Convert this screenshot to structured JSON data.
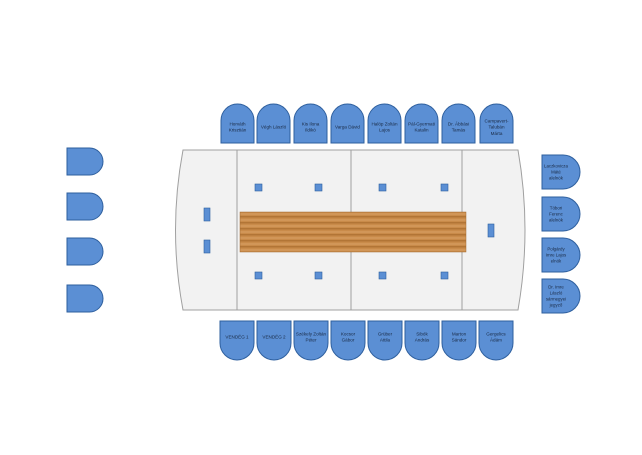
{
  "colors": {
    "seat_fill": "#5b8fd4",
    "seat_stroke": "#2e5f9e",
    "room_fill": "#f2f2f2",
    "room_stroke": "#a0a0a0",
    "table_wood": "#c98b4a"
  },
  "top_seats": [
    {
      "lines": [
        "Horváth",
        "Krisztián"
      ]
    },
    {
      "lines": [
        "Végh László"
      ]
    },
    {
      "lines": [
        "Kis Ilona",
        "Ildikó"
      ]
    },
    {
      "lines": [
        "Varga Dávid"
      ]
    },
    {
      "lines": [
        "Halóp Zoltán",
        "Lajos"
      ]
    },
    {
      "lines": [
        "Pál-Gyermati",
        "Katalin"
      ]
    },
    {
      "lines": [
        "Dr. Ábbási",
        "Tamás"
      ]
    },
    {
      "lines": [
        "Campavert-",
        "Talubán",
        "Márta"
      ]
    }
  ],
  "bottom_seats": [
    {
      "lines": [
        "VENDÉG 1"
      ]
    },
    {
      "lines": [
        "VENDÉG 2"
      ]
    },
    {
      "lines": [
        "Székely Zoltán",
        "Péter"
      ]
    },
    {
      "lines": [
        "Kocsor",
        "Gábor"
      ]
    },
    {
      "lines": [
        "Grüber",
        "Attila"
      ]
    },
    {
      "lines": [
        "Sibók",
        "András"
      ]
    },
    {
      "lines": [
        "Marton",
        "Sándor"
      ]
    },
    {
      "lines": [
        "Gergelics",
        "Ádám"
      ]
    }
  ],
  "right_seats": [
    {
      "lines": [
        "Laczkovicza",
        "Máté",
        "alelnök"
      ]
    },
    {
      "lines": [
        "Tóbori",
        "Ferenc",
        "alelnök"
      ]
    },
    {
      "lines": [
        "Polgárdy",
        "Imre Lajos",
        "elnök"
      ]
    },
    {
      "lines": [
        "Dr. Imre",
        "László",
        "sármegyei",
        "jegyző"
      ]
    }
  ],
  "left_seats": [
    {
      "lines": []
    },
    {
      "lines": []
    },
    {
      "lines": []
    },
    {
      "lines": []
    }
  ]
}
